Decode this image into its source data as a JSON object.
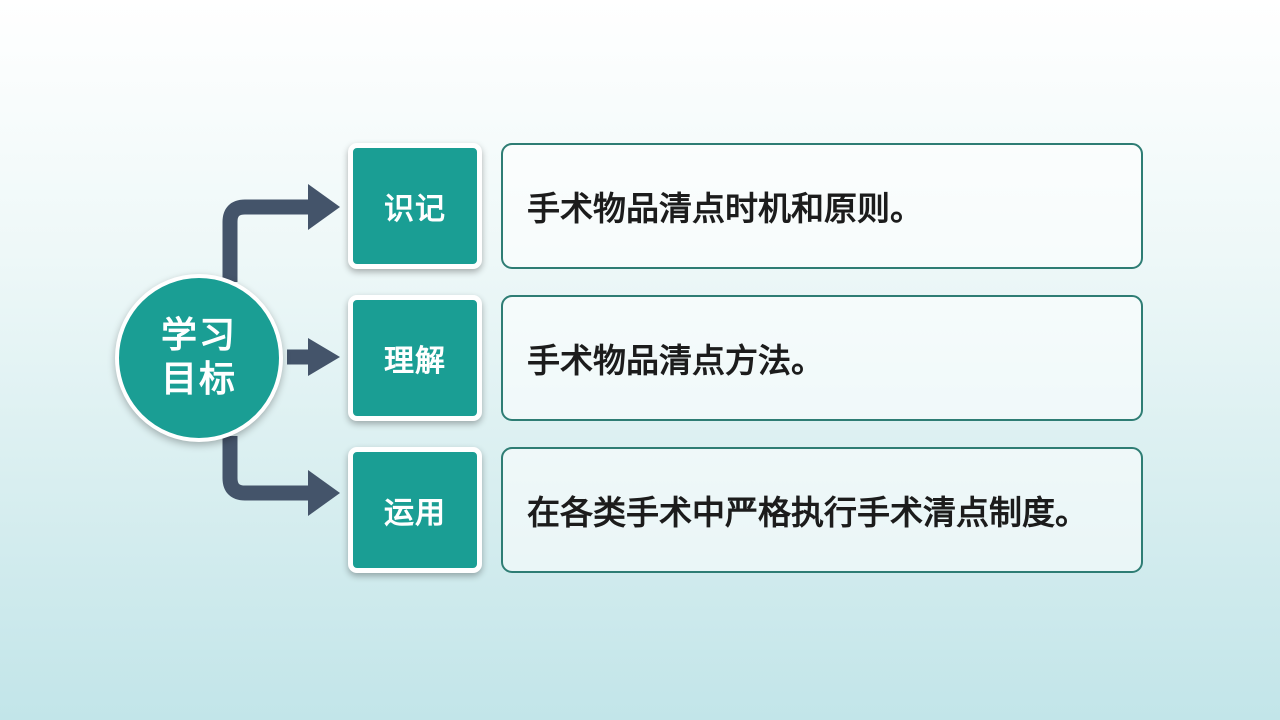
{
  "colors": {
    "teal": "#1a9e94",
    "arrow": "#44546a",
    "border": "#2e7d74",
    "text": "#1c1c1c"
  },
  "hub": {
    "label": "学习目标"
  },
  "objectives": [
    {
      "tag": "识记",
      "text": "手术物品清点时机和原则。"
    },
    {
      "tag": "理解",
      "text": "手术物品清点方法。"
    },
    {
      "tag": "运用",
      "text": "在各类手术中严格执行手术清点制度。"
    }
  ]
}
